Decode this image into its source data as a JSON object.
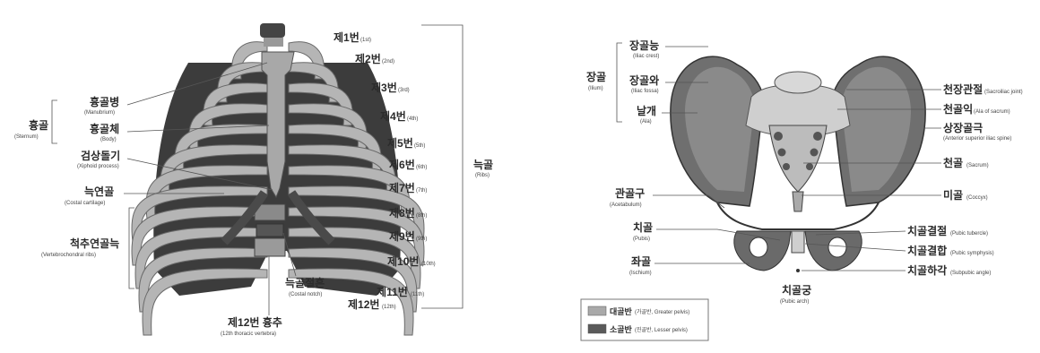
{
  "ribcage": {
    "sternum": {
      "main": "흉골",
      "sub": "(Sternum)"
    },
    "manubrium": {
      "main": "흉골병",
      "sub": "(Manubrium)"
    },
    "body": {
      "main": "흉골체",
      "sub": "(Body)"
    },
    "xiphoid": {
      "main": "검상돌기",
      "sub": "(Xiphoid process)"
    },
    "costal_cartilage": {
      "main": "늑연골",
      "sub": "(Costal cartilage)"
    },
    "vertebrochondral": {
      "main": "척추연골늑",
      "sub": "(Vertebrochondral ribs)"
    },
    "costal_notch": {
      "main": "늑골절흔",
      "sub": "(Costal notch)"
    },
    "t12": {
      "main": "제12번 흉추",
      "sub": "(12th thoracic vertebra)"
    },
    "ribs_label": {
      "main": "늑골",
      "sub": "(Ribs)"
    },
    "ribs": [
      {
        "main": "제1번",
        "sub": "(1st)"
      },
      {
        "main": "제2번",
        "sub": "(2nd)"
      },
      {
        "main": "제3번",
        "sub": "(3rd)"
      },
      {
        "main": "제4번",
        "sub": "(4th)"
      },
      {
        "main": "제5번",
        "sub": "(5th)"
      },
      {
        "main": "제6번",
        "sub": "(6th)"
      },
      {
        "main": "제7번",
        "sub": "(7th)"
      },
      {
        "main": "제8번",
        "sub": "(8th)"
      },
      {
        "main": "제9번",
        "sub": "(9th)"
      },
      {
        "main": "제10번",
        "sub": "(10th)"
      },
      {
        "main": "제11번",
        "sub": "(11th)"
      },
      {
        "main": "제12번",
        "sub": "(12th)"
      }
    ]
  },
  "pelvis": {
    "ilium": {
      "main": "장골",
      "sub": "(Ilium)"
    },
    "iliac_crest": {
      "main": "장골능",
      "sub": "(Iliac crest)"
    },
    "iliac_fossa": {
      "main": "장골와",
      "sub": "(Iliac fossa)"
    },
    "ala": {
      "main": "날개",
      "sub": "(Ala)"
    },
    "acetabulum": {
      "main": "관골구",
      "sub": "(Acetabulum)"
    },
    "pubis": {
      "main": "치골",
      "sub": "(Pubis)"
    },
    "ischium": {
      "main": "좌골",
      "sub": "(Ischium)"
    },
    "sacroiliac": {
      "main": "천장관절",
      "sub": "(Sacroiliac joint)"
    },
    "ala_sacrum": {
      "main": "천골익",
      "sub": "(Ala of sacrum)"
    },
    "asis": {
      "main": "상장골극",
      "sub": "(Anterior superior iliac spine)"
    },
    "sacrum": {
      "main": "천골",
      "sub": "(Sacrum)"
    },
    "coccyx": {
      "main": "미골",
      "sub": "(Coccyx)"
    },
    "pubic_tubercle": {
      "main": "치골결절",
      "sub": "(Pubic tubercle)"
    },
    "pubic_symphysis": {
      "main": "치골결합",
      "sub": "(Pubic symphysis)"
    },
    "subpubic": {
      "main": "치골하각",
      "sub": "(Subpubic angle)"
    },
    "pubic_arch": {
      "main": "치골궁",
      "sub": "(Pubic arch)"
    },
    "legend": [
      {
        "main": "대골반",
        "sub": "(가골반, Greater pelvis)",
        "color": "#a9a9a9"
      },
      {
        "main": "소골반",
        "sub": "(진골반, Lesser pelvis)",
        "color": "#5a5a5a"
      }
    ]
  }
}
